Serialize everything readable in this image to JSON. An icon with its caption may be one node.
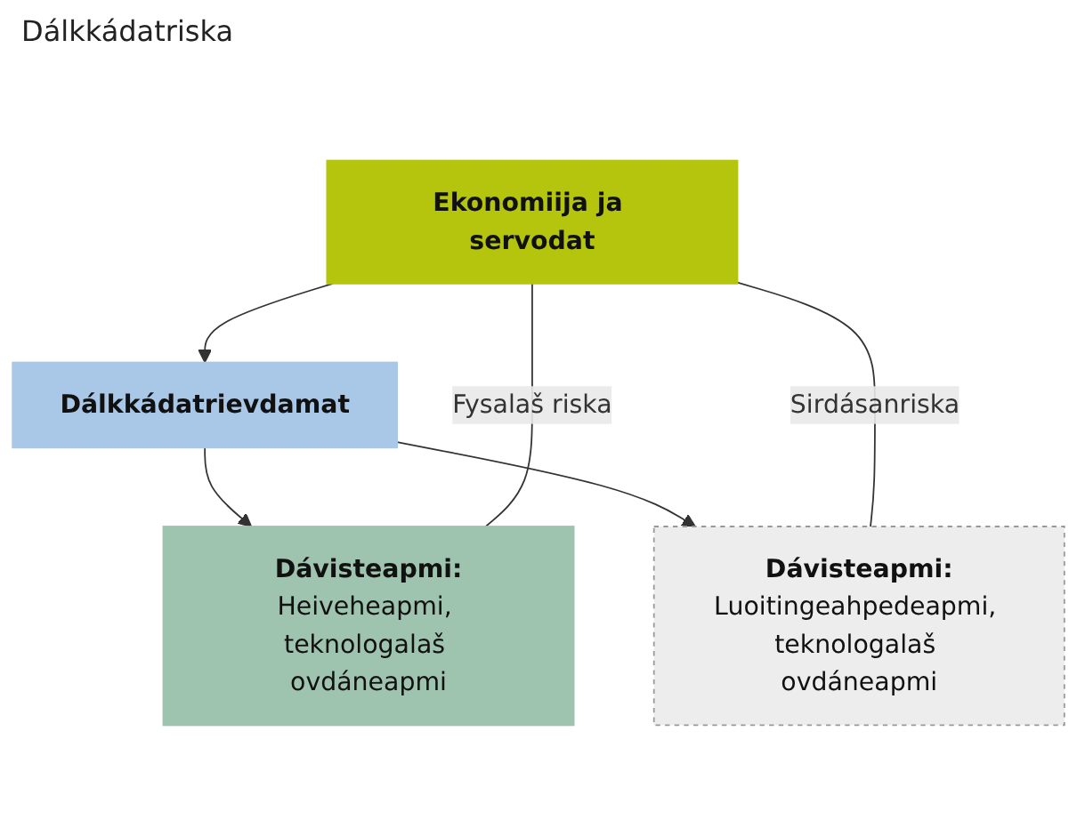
{
  "diagram": {
    "nodes": [
      {
        "text": [
          "Ekonomiija ja servodat"
        ]
      },
      {
        "text": [
          "Dálkkádatrievdamat"
        ]
      },
      {
        "text": [
          "Dávisteapmi:",
          "Heiveheapmi, teknologalaš ovdáneapmi"
        ]
      },
      {
        "text": [
          "Dávisteapmi:",
          "Luoitingeahpedeapmi, teknologalaš ovdáneapmi"
        ]
      }
    ],
    "edges": [
      {
        "from": 0,
        "to": 1,
        "arrow": "to"
      },
      {
        "from": 1,
        "to": 2,
        "arrow": "to"
      },
      {
        "from": 1,
        "to": 3,
        "arrow": "to"
      },
      {
        "from": 0,
        "to": 2,
        "arrow": "none",
        "label": "Fysalaš riska"
      },
      {
        "from": 0,
        "to": 3,
        "arrow": "none",
        "label": "Sirdásanriska"
      }
    ],
    "labels": [
      "Dálkkádatriska"
    ]
  }
}
